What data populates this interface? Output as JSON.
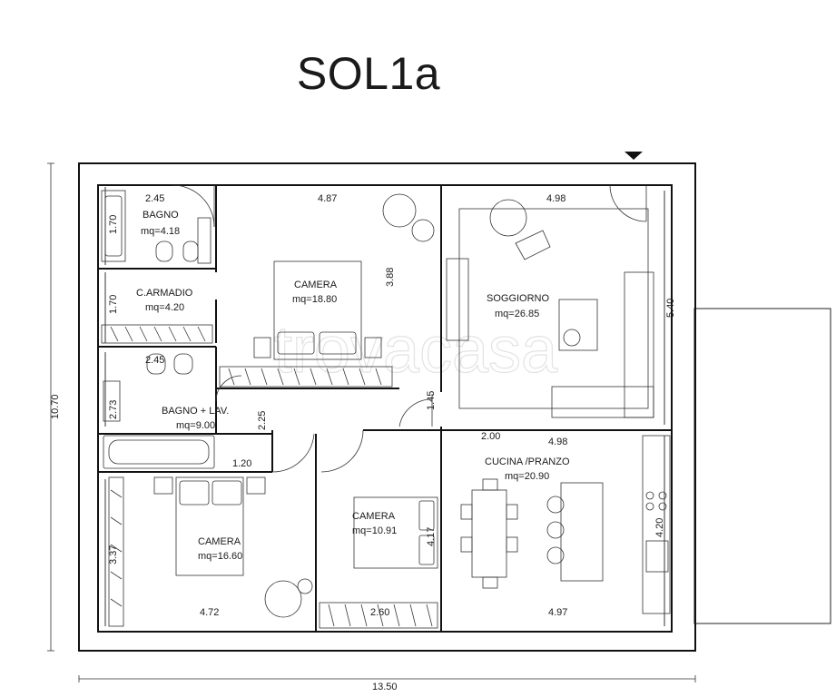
{
  "title": "SOL1a",
  "watermark": "trovacasa",
  "rooms": {
    "bagno1": {
      "name": "BAGNO",
      "area": "mq=4.18"
    },
    "armadio": {
      "name": "C.ARMADIO",
      "area": "mq=4.20"
    },
    "camera1": {
      "name": "CAMERA",
      "area": "mq=18.80"
    },
    "soggiorno": {
      "name": "SOGGIORNO",
      "area": "mq=26.85"
    },
    "bagno2": {
      "name": "BAGNO + LAV.",
      "area": "mq=9.00"
    },
    "camera2": {
      "name": "CAMERA",
      "area": "mq=16.60"
    },
    "camera3": {
      "name": "CAMERA",
      "area": "mq=10.91"
    },
    "cucina": {
      "name": "CUCINA /PRANZO",
      "area": "mq=20.90"
    }
  },
  "dimensions": {
    "total_width": "13.50",
    "total_height": "10.70",
    "bagno1_width": "2.45",
    "bagno1_height": "1.70",
    "armadio_height": "1.70",
    "camera1_width": "4.87",
    "camera1_height": "3.88",
    "soggiorno_width": "4.98",
    "soggiorno_height": "5.40",
    "bagno2_width": "2.45",
    "bagno2_height": "2.73",
    "corridor_height": "2.25",
    "bath_width": "1.20",
    "passage_height": "1.45",
    "kitchen_opening": "2.00",
    "kitchen_width_top": "4.98",
    "camera2_height": "3.37",
    "camera2_width": "4.72",
    "camera3_height": "4.17",
    "camera3_width": "2.60",
    "cucina_width": "4.97",
    "cucina_height": "4.20"
  }
}
